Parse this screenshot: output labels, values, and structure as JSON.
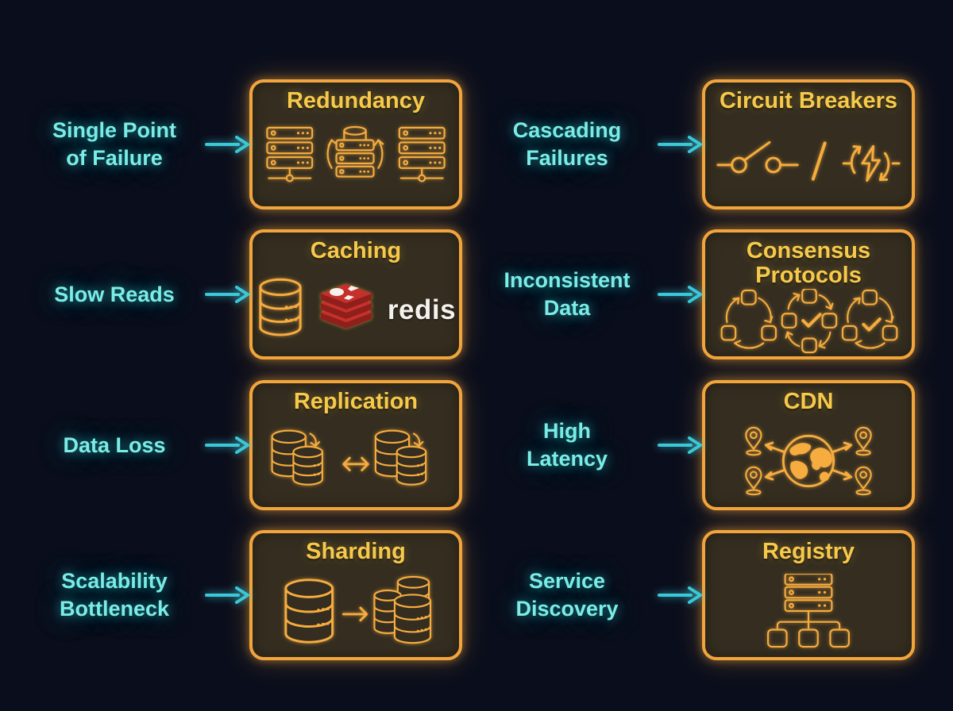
{
  "meta": {
    "title": "System design problems mapped to solutions",
    "layout": "4 rows x 2 columns of problem → solution pairs"
  },
  "colors": {
    "background": "#0a0e1c",
    "box_border": "#f2a53c",
    "box_fill": "#352e20",
    "box_title": "#f7c94b",
    "icon_stroke": "#f6ac3f",
    "problem_text": "#7bede6",
    "arrow": "#3bc8d8",
    "redis_red": "#c6302b",
    "redis_dark_red": "#8e1f1b",
    "redis_text": "#f5f2ee"
  },
  "arrow_icon": "right-arrow",
  "pairs": [
    {
      "problem": "Single Point\nof Failure",
      "solution": "Redundancy",
      "icon": "server-racks-with-sync-icon"
    },
    {
      "problem": "Cascading\nFailures",
      "solution": "Circuit Breakers",
      "icon": "open-switch-and-lightning-cycle-icon"
    },
    {
      "problem": "Slow Reads",
      "solution": "Caching",
      "icon": "database-cylinder-icon",
      "brand": "redis",
      "brand_icon": "redis-logo"
    },
    {
      "problem": "Inconsistent\nData",
      "solution": "Consensus\nProtocols",
      "icon": "node-cycle-consensus-icons"
    },
    {
      "problem": "Data Loss",
      "solution": "Replication",
      "icon": "databases-bidirectional-sync-icon"
    },
    {
      "problem": "High\nLatency",
      "solution": "CDN",
      "icon": "globe-with-location-pins-icon"
    },
    {
      "problem": "Scalability\nBottleneck",
      "solution": "Sharding",
      "icon": "database-split-to-shards-icon"
    },
    {
      "problem": "Service\nDiscovery",
      "solution": "Registry",
      "icon": "server-tree-registry-icon"
    }
  ]
}
